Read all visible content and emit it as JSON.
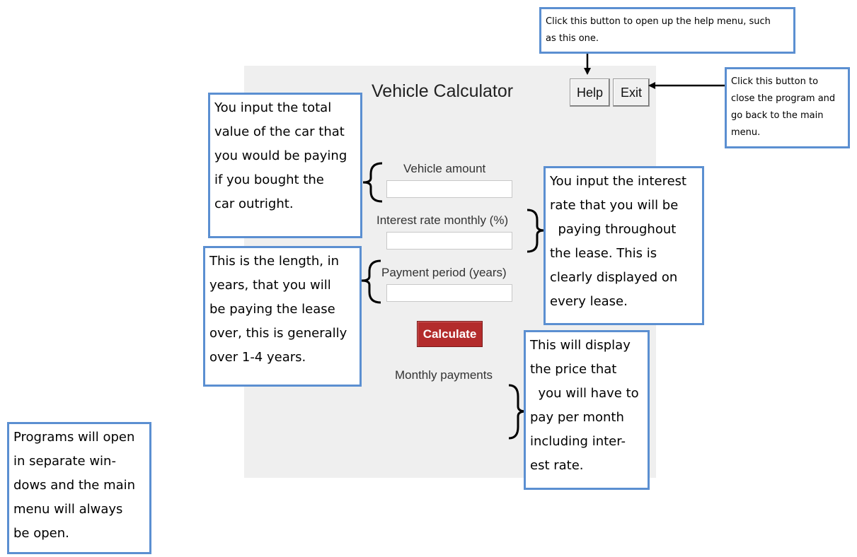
{
  "app": {
    "title": "Vehicle Calculator",
    "help_label": "Help",
    "exit_label": "Exit",
    "vehicle_amount_label": "Vehicle amount",
    "vehicle_amount_value": "",
    "interest_label": "Interest rate monthly (%)",
    "interest_value": "",
    "period_label": "Payment period (years)",
    "period_value": "",
    "calculate_label": "Calculate",
    "monthly_label": "Monthly payments"
  },
  "annotations": {
    "help": [
      "Click this button to open up the help menu, such",
      "as this one."
    ],
    "exit": [
      "Click this button to",
      "close the program and",
      "go back to the main",
      "menu."
    ],
    "vehicle": [
      "You input the total",
      "value of the car that",
      "you would be paying",
      "if you bought the",
      "car outright."
    ],
    "interest": [
      "You input the interest",
      "rate that you will be",
      "  paying throughout",
      "the lease. This is",
      "clearly displayed on",
      "every lease."
    ],
    "period": [
      "This is the length, in",
      "years, that you will",
      "be paying the lease",
      "over, this is generally",
      "over 1-4 years."
    ],
    "monthly": [
      "This will display",
      "the price that",
      "  you will have to",
      "pay per month",
      "including inter-",
      "est rate."
    ],
    "windows": [
      "Programs will open",
      "in separate win-",
      "dows and the main",
      "menu will always",
      "be open."
    ]
  },
  "colors": {
    "note_border": "#5b8fd1",
    "calculate_bg": "#b32c2c",
    "window_bg": "#efefef"
  }
}
